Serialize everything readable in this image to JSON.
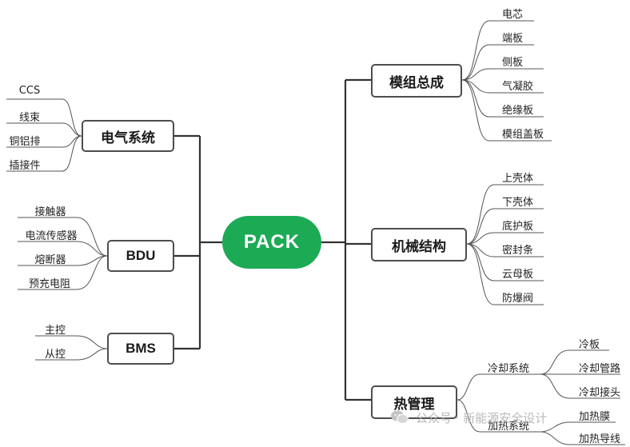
{
  "root": "PACK",
  "left": {
    "electrical": {
      "title": "电气系统",
      "items": [
        "CCS",
        "线束",
        "铜铝排",
        "插接件"
      ]
    },
    "bdu": {
      "title": "BDU",
      "items": [
        "接触器",
        "电流传感器",
        "熔断器",
        "预充电阻"
      ]
    },
    "bms": {
      "title": "BMS",
      "items": [
        "主控",
        "从控"
      ]
    }
  },
  "right": {
    "module": {
      "title": "模组总成",
      "items": [
        "电芯",
        "端板",
        "侧板",
        "气凝胶",
        "绝缘板",
        "模组盖板"
      ]
    },
    "mech": {
      "title": "机械结构",
      "items": [
        "上壳体",
        "下壳体",
        "底护板",
        "密封条",
        "云母板",
        "防爆阀"
      ]
    },
    "thermal": {
      "title": "热管理",
      "cooling": {
        "title": "冷却系统",
        "items": [
          "冷板",
          "冷却管路",
          "冷却接头"
        ]
      },
      "heating": {
        "title": "加热系统",
        "items": [
          "加热膜",
          "加热导线"
        ]
      }
    }
  },
  "watermark": "公众号 · 新能源安全设计"
}
